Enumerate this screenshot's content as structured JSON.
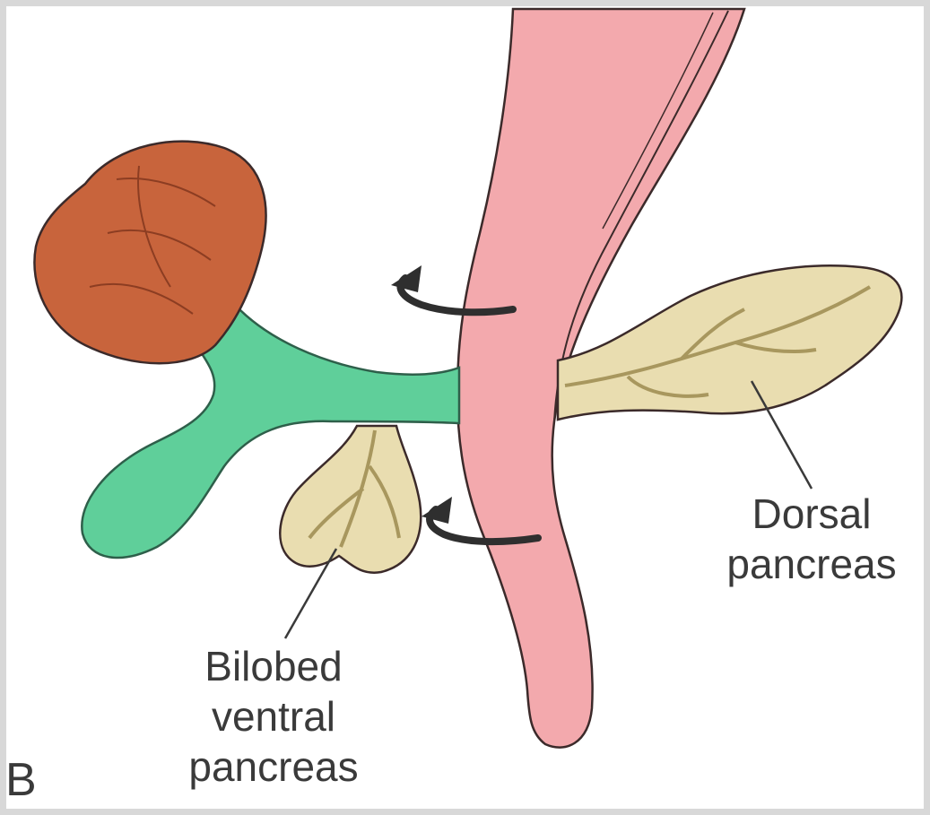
{
  "panel_label": "B",
  "labels": {
    "dorsal_line1": "Dorsal",
    "dorsal_line2": "pancreas",
    "ventral_line1": "Bilobed",
    "ventral_line2": "ventral",
    "ventral_line3": "pancreas"
  },
  "colors": {
    "gut_tube": "#f3a9ad",
    "liver": "#c8643c",
    "bile_duct_gallbladder": "#5fcf9a",
    "pancreas": "#e9ddb0",
    "outline": "#3b2a2a",
    "arrow": "#2f2f2f",
    "frame": "#d8d8d8"
  },
  "icons": {
    "rotation_arrow_upper": "curved-arrow-left",
    "rotation_arrow_lower": "curved-arrow-left"
  }
}
